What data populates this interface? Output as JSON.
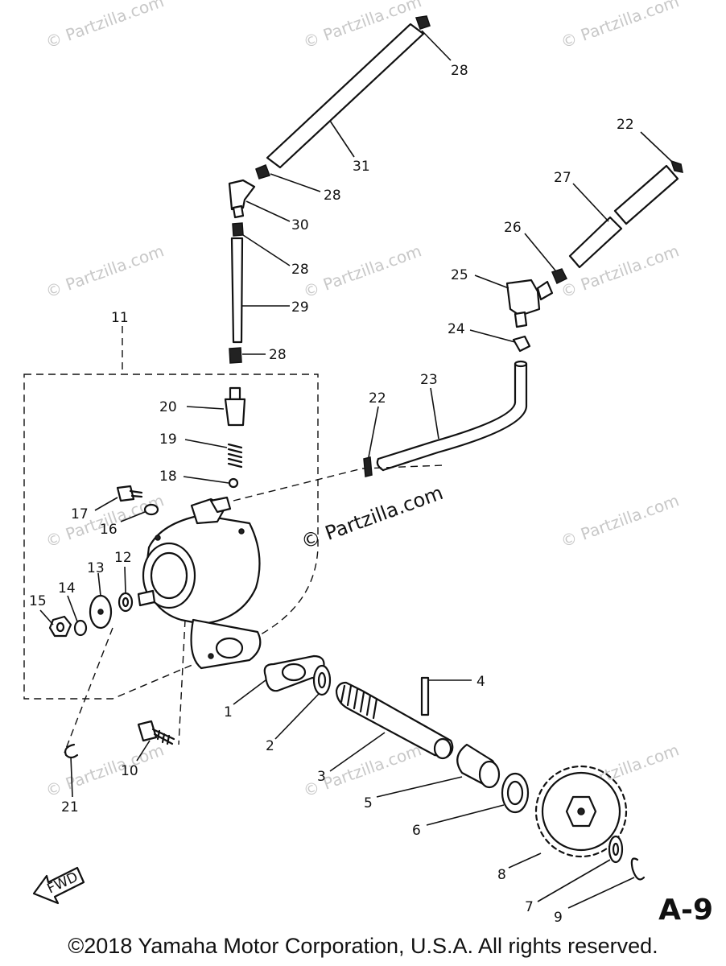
{
  "watermarks": {
    "small": "© Partzilla.com",
    "main": "© Partzilla.com"
  },
  "callouts": {
    "c1": "1",
    "c2": "2",
    "c3": "3",
    "c4": "4",
    "c5": "5",
    "c6": "6",
    "c7": "7",
    "c8": "8",
    "c9": "9",
    "c10": "10",
    "c11": "11",
    "c12": "12",
    "c13": "13",
    "c14": "14",
    "c15": "15",
    "c16": "16",
    "c17": "17",
    "c18": "18",
    "c19": "19",
    "c20": "20",
    "c21": "21",
    "c22a": "22",
    "c22b": "22",
    "c23": "23",
    "c24": "24",
    "c25": "25",
    "c26": "26",
    "c27": "27",
    "c28a": "28",
    "c28b": "28",
    "c28c": "28",
    "c28d": "28",
    "c29": "29",
    "c30": "30",
    "c31": "31"
  },
  "fwd_label": "FWD",
  "page_code": "A-9",
  "copyright": "©2018  Yamaha Motor Corporation, U.S.A. All rights reserved."
}
